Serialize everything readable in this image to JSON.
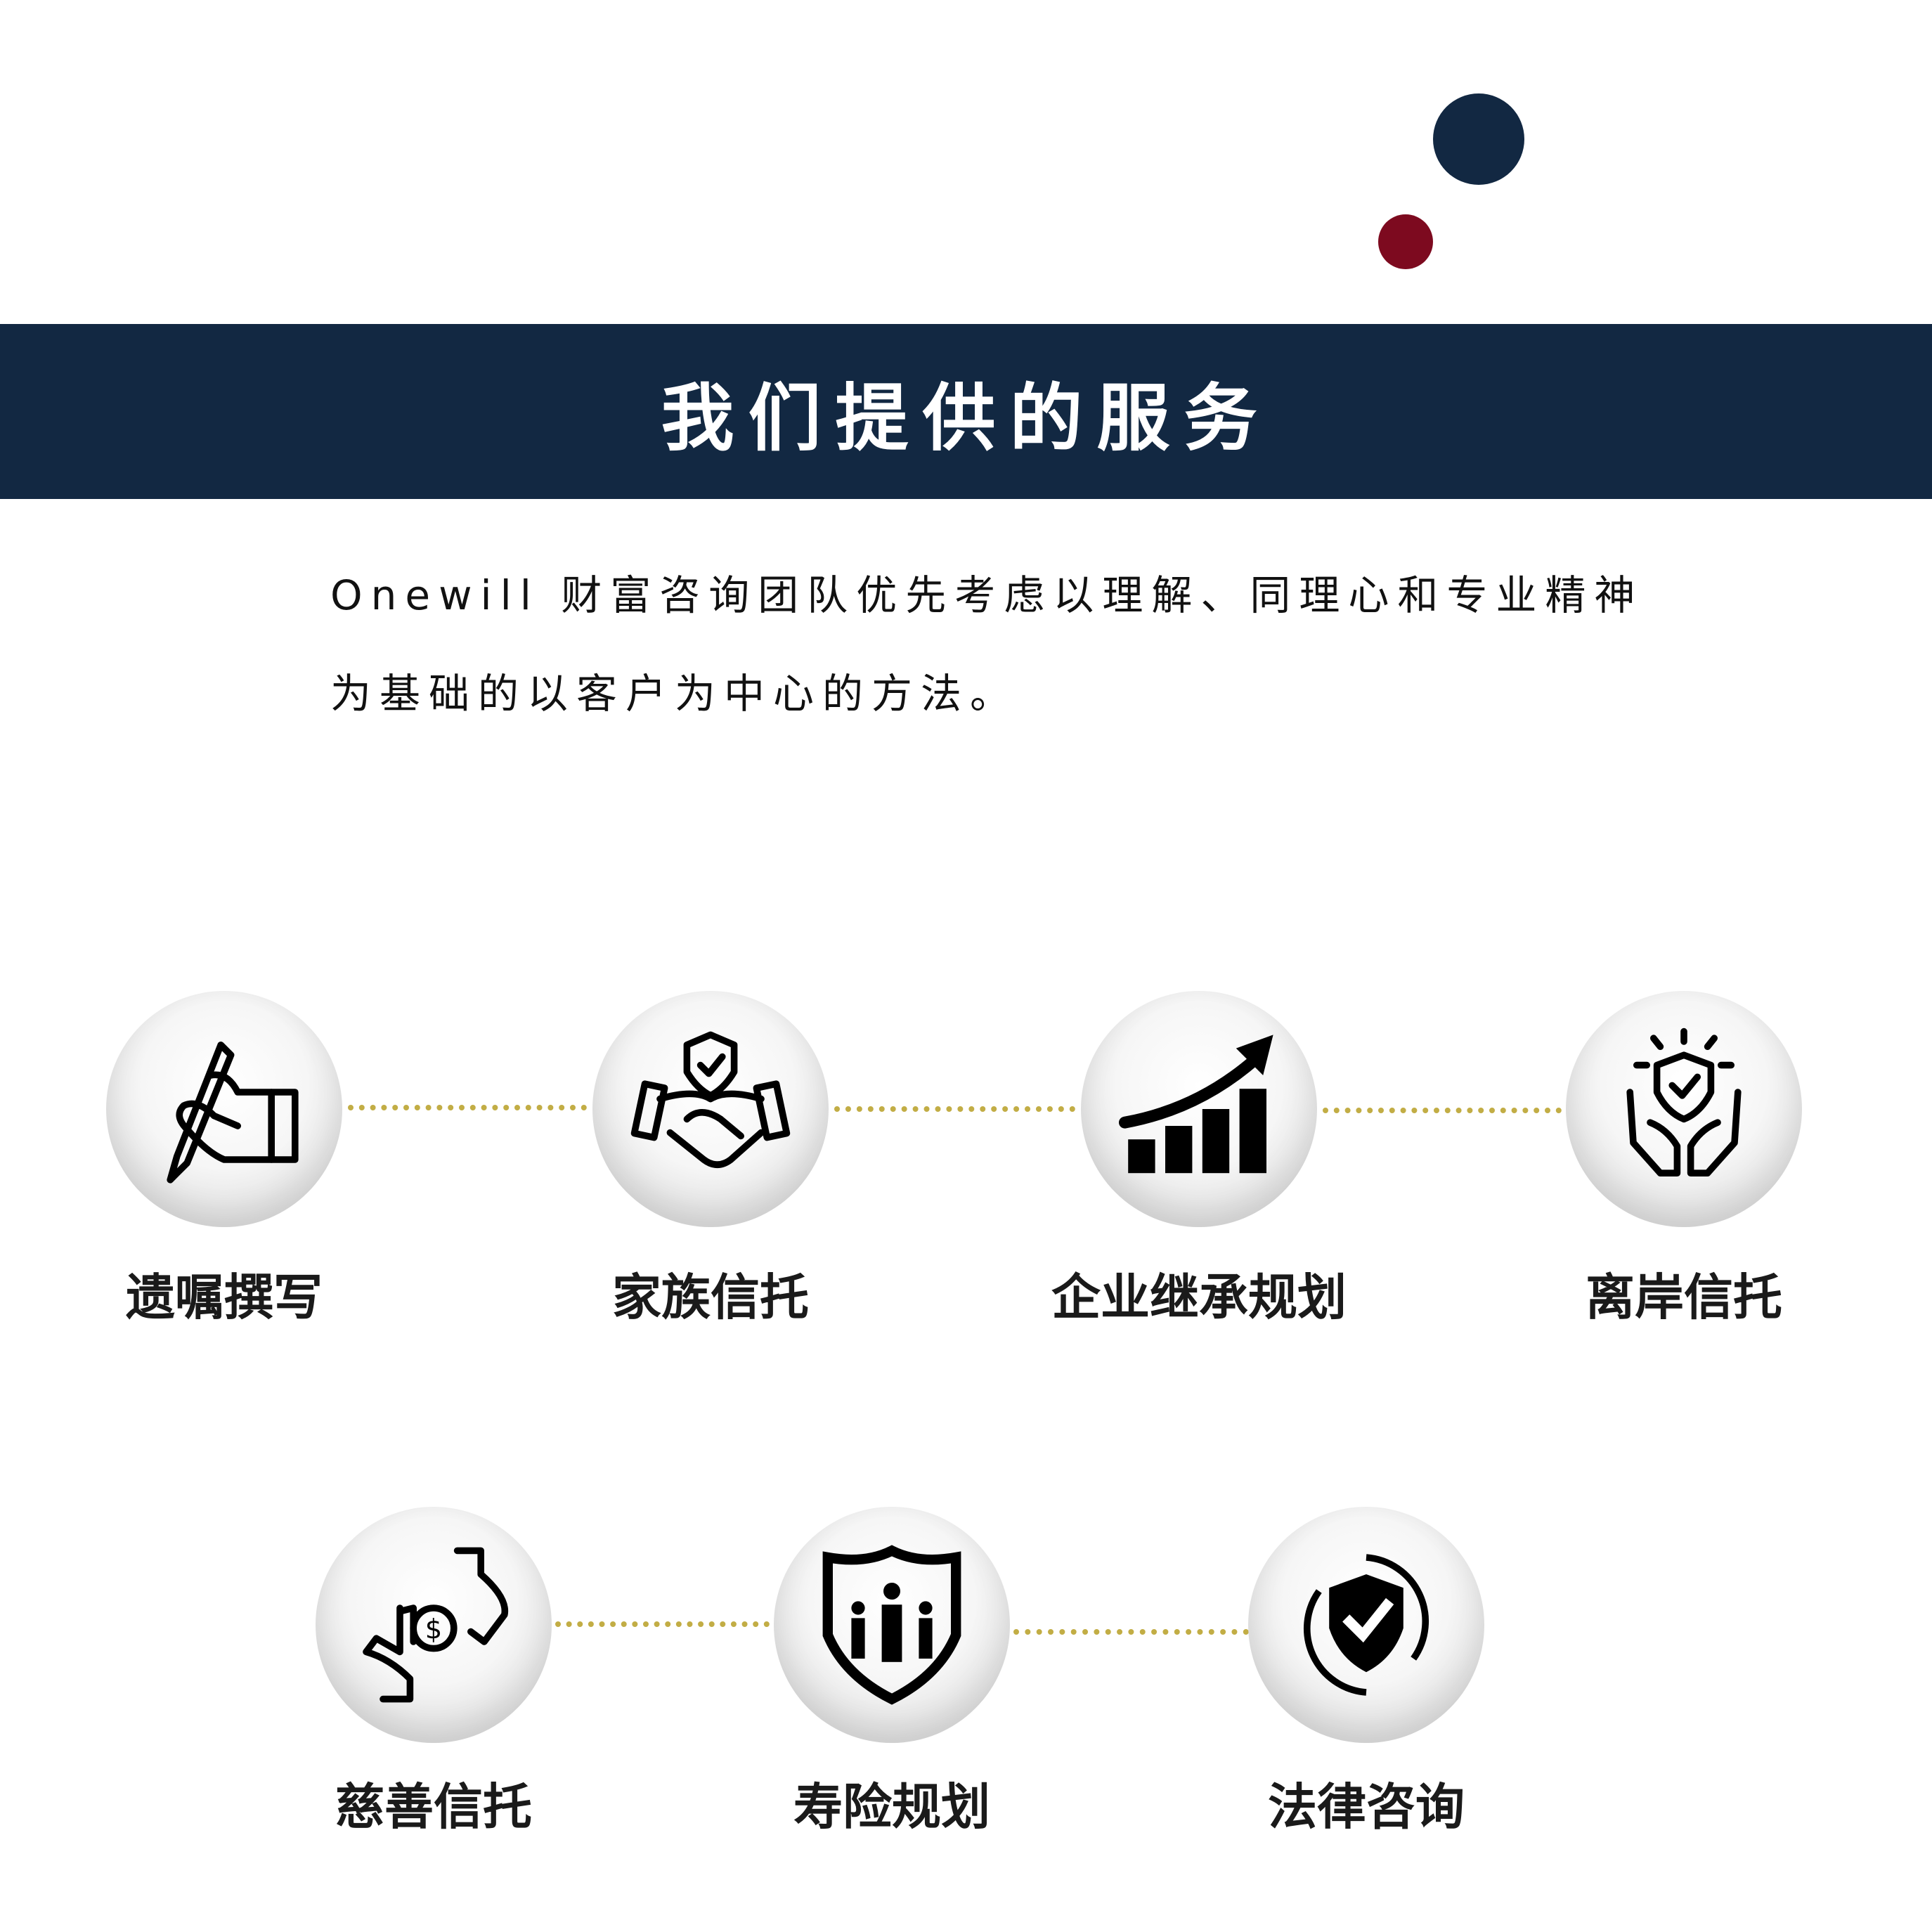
{
  "header": {
    "title": "我们提供的服务"
  },
  "intro": {
    "line1": "Onewill 财富咨询团队优先考虑以理解、同理心和专业精神",
    "line2": "为基础的以客户为中心的方法。"
  },
  "colors": {
    "navy": "#122842",
    "red": "#7d0a1f",
    "gold": "#c2ad45"
  },
  "services": [
    {
      "label": "遗嘱撰写",
      "icon": "hand-writing-icon"
    },
    {
      "label": "家族信托",
      "icon": "handshake-shield-icon"
    },
    {
      "label": "企业继承规划",
      "icon": "growth-chart-icon"
    },
    {
      "label": "离岸信托",
      "icon": "hands-shield-icon"
    },
    {
      "label": "慈善信托",
      "icon": "charity-hands-icon"
    },
    {
      "label": "寿险规划",
      "icon": "family-shield-icon"
    },
    {
      "label": "法律咨询",
      "icon": "shield-check-cycle-icon"
    }
  ]
}
